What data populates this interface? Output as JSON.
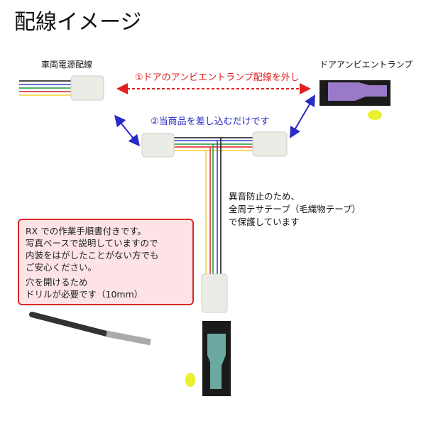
{
  "title": "配線イメージ",
  "labels": {
    "vehicle_power": "車両電源配線",
    "door_lamp": "ドアアンビエントランプ"
  },
  "steps": {
    "step1": "①ドアのアンビエントランプ配線を外し",
    "step2": "②当商品を差し込むだけです"
  },
  "note": [
    "異音防止のため、",
    "全周テサテープ（毛織物テープ）",
    "で保護しています"
  ],
  "info_box": [
    "RX での作業手順書付きです。",
    "写真ベースで説明していますので",
    "内装をはがしたことがない方でも",
    "ご安心ください。",
    "穴を開けるため",
    "ドリルが必要です（10mm）"
  ],
  "colors": {
    "step1": "#e02020",
    "step2": "#2a2ac8",
    "wires": [
      "#111111",
      "#2a3cc8",
      "#1a9a3a",
      "#e02020",
      "#f0d030"
    ]
  }
}
